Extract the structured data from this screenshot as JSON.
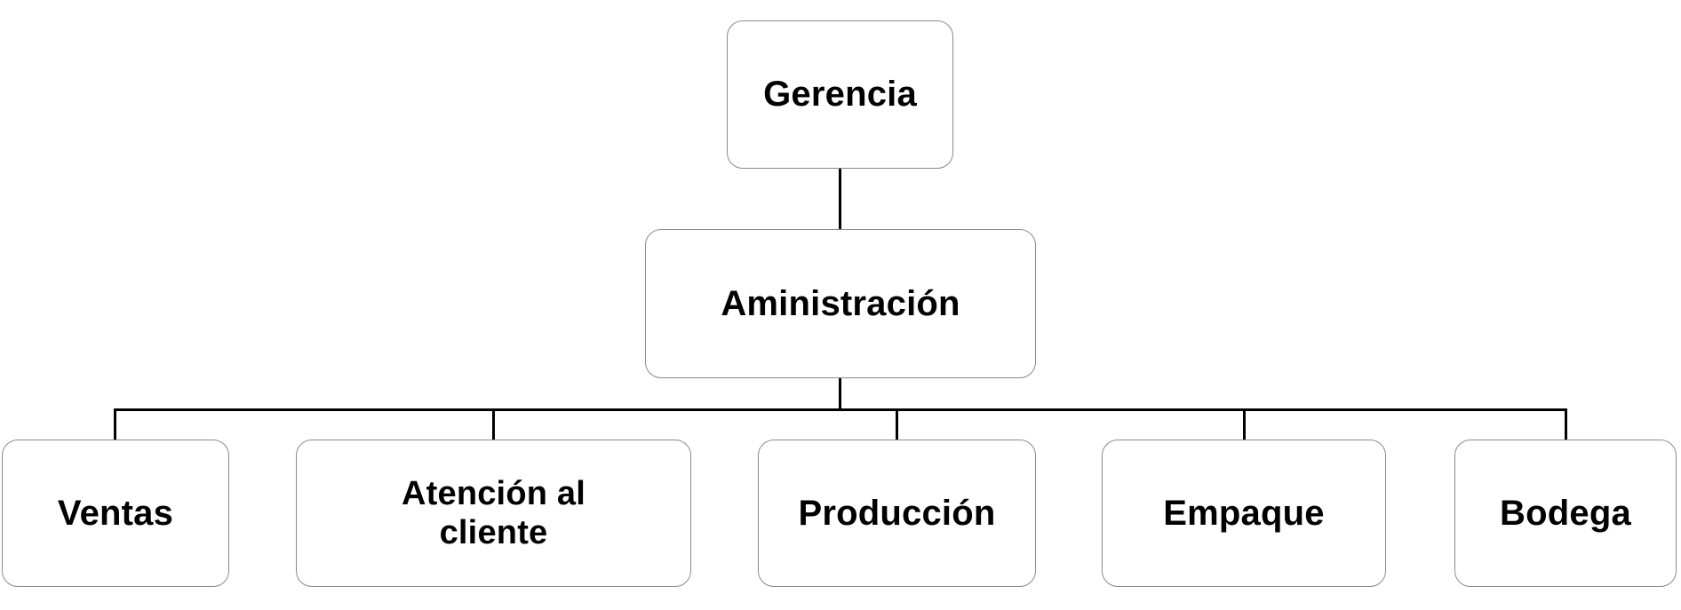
{
  "diagram": {
    "type": "organizational-chart",
    "orientation": "top-down",
    "background_color": "#ffffff",
    "node_border_color": "#8a8a8a",
    "node_fill_color": "#ffffff",
    "connector_color": "#000000",
    "text_color": "#000000",
    "levels": [
      {
        "level": 1,
        "nodes": [
          {
            "id": "gerencia",
            "label": "Gerencia"
          }
        ]
      },
      {
        "level": 2,
        "nodes": [
          {
            "id": "administracion",
            "label": "Aministración"
          }
        ]
      },
      {
        "level": 3,
        "nodes": [
          {
            "id": "ventas",
            "label": "Ventas"
          },
          {
            "id": "atencion",
            "label": "Atención al\ncliente"
          },
          {
            "id": "produccion",
            "label": "Producción"
          },
          {
            "id": "empaque",
            "label": "Empaque"
          },
          {
            "id": "bodega",
            "label": "Bodega"
          }
        ]
      }
    ],
    "edges": [
      {
        "from": "gerencia",
        "to": "administracion"
      },
      {
        "from": "administracion",
        "to": "ventas"
      },
      {
        "from": "administracion",
        "to": "atencion"
      },
      {
        "from": "administracion",
        "to": "produccion"
      },
      {
        "from": "administracion",
        "to": "empaque"
      },
      {
        "from": "administracion",
        "to": "bodega"
      }
    ]
  }
}
